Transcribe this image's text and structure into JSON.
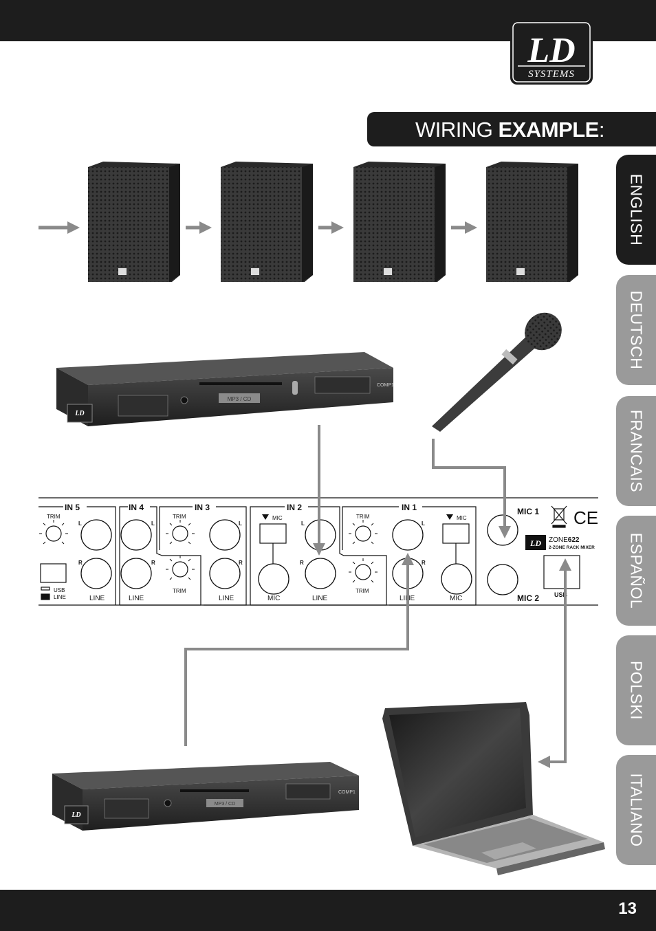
{
  "title": {
    "normal": "WIRING ",
    "bold": "EXAMPLE",
    "colon": ":"
  },
  "logo": {
    "top": "LD",
    "bottom": "SYSTEMS"
  },
  "tabs": [
    {
      "label": "ENGLISH",
      "active": true
    },
    {
      "label": "DEUTSCH",
      "active": false
    },
    {
      "label": "FRANCAIS",
      "active": false
    },
    {
      "label": "ESPAÑOL",
      "active": false
    },
    {
      "label": "POLSKI",
      "active": false
    },
    {
      "label": "ITALIANO",
      "active": false
    }
  ],
  "page_number": "13",
  "panel": {
    "in5": "IN 5",
    "in4": "IN 4",
    "in3": "IN 3",
    "in2": "IN 2",
    "in1": "IN 1",
    "trim": "TRIM",
    "mic": "MIC",
    "line": "LINE",
    "l": "L",
    "r": "R",
    "usb": "USB",
    "line_small": "LINE",
    "mic1": "MIC 1",
    "mic2": "MIC 2",
    "usb_port": "USB",
    "zone_brand": "ZONE",
    "zone_model": "622",
    "zone_sub_a": "2-ZONE ",
    "zone_sub_b": "RACK MIXER",
    "ce": "CE"
  },
  "devices": {
    "player_top": {
      "display": "MP3 / CD",
      "label": "COMP1"
    },
    "player_bottom": {
      "display": "MP3 / CD",
      "label": "COMP1"
    }
  }
}
